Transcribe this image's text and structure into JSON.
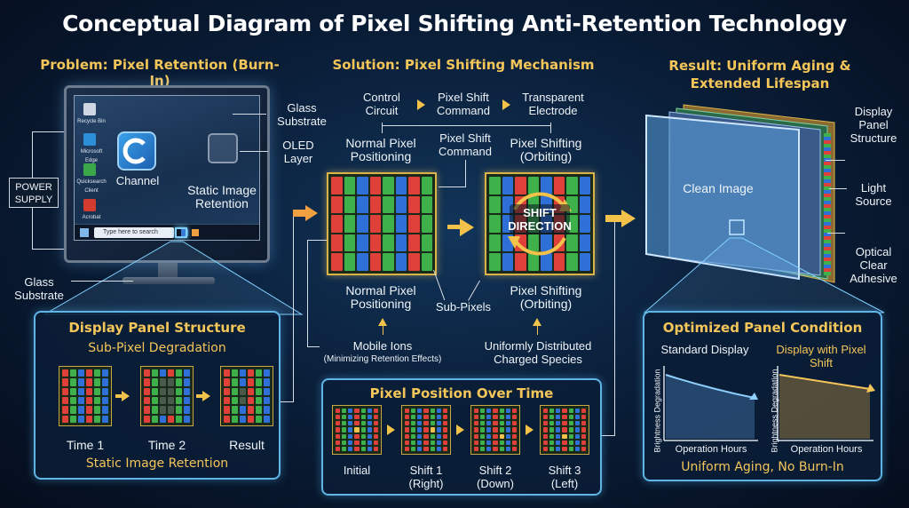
{
  "title": "Conceptual Diagram of Pixel Shifting Anti-Retention Technology",
  "problem": {
    "heading": "Problem: Pixel Retention (Burn-In)",
    "glass_top": "Glass Substrate",
    "oled": "OLED Layer",
    "static": "Static Image Retention",
    "power": "POWER SUPPLY",
    "glass_bottom": "Glass Substrate",
    "channel": "Channel",
    "search": "Type here to search",
    "desktop_icons": [
      "Recycle Bin",
      "Microsoft Edge",
      "Quicksearch Client",
      "Acrobat"
    ]
  },
  "solution": {
    "heading": "Solution: Pixel Shifting Mechanism",
    "control": "Control Circuit",
    "cmd_top": "Pixel Shift Command",
    "electrode": "Transparent Electrode",
    "normal_top": "Normal Pixel Positioning",
    "cmd_mid": "Pixel Shift Command",
    "shifting_top": "Pixel Shifting (Orbiting)",
    "shift_dir": "SHIFT DIRECTION",
    "normal_bottom": "Normal Pixel Positioning",
    "subpixels": "Sub-Pixels",
    "shifting_bottom": "Pixel Shifting (Orbiting)",
    "ions": "Mobile Ions",
    "ions_sub": "(Minimizing Retention Effects)",
    "charged": "Uniformly Distributed Charged Species"
  },
  "result": {
    "heading": "Result: Uniform Aging & Extended Lifespan",
    "clean": "Clean Image",
    "structure": "Display Panel Structure",
    "light": "Light Source",
    "adhesive": "Optical Clear Adhesive"
  },
  "structure_panel": {
    "title": "Display Panel Structure",
    "subtitle": "Sub-Pixel Degradation",
    "labels": [
      "Time 1",
      "Time 2",
      "Result"
    ],
    "footer": "Static Image Retention"
  },
  "time_panel": {
    "title": "Pixel Position Over Time",
    "labels": [
      "Initial",
      "Shift 1 (Right)",
      "Shift 2 (Down)",
      "Shift 3 (Left)"
    ]
  },
  "condition_panel": {
    "title": "Optimized Panel Condition",
    "left_title": "Standard Display",
    "right_title": "Display with Pixel Shift",
    "ylabel": "Brightness Degradation",
    "xlabel": "Operation Hours",
    "footer": "Uniform Aging, No Burn-In"
  },
  "colors": {
    "accent": "#f4c65a",
    "panel_border": "#5fb6e6",
    "red": "#e0403a",
    "green": "#3fb14a",
    "blue": "#2f6fd8"
  }
}
